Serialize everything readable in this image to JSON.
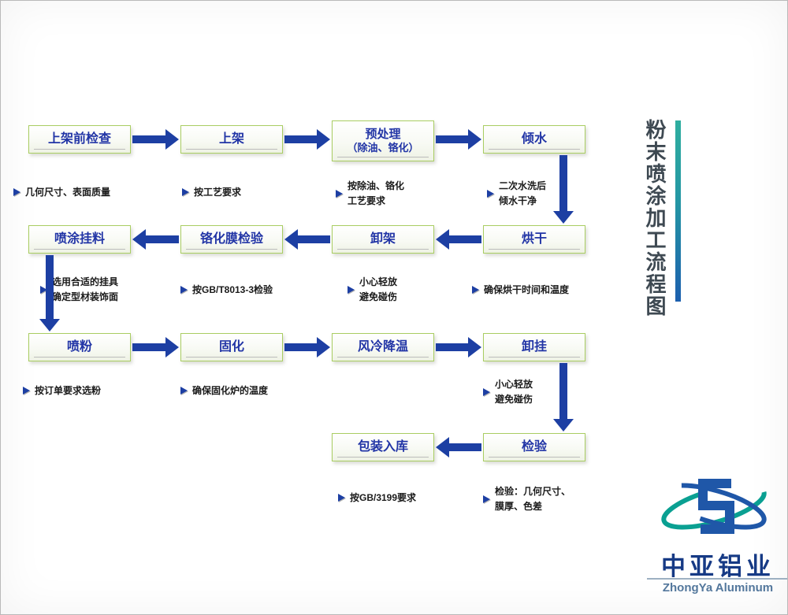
{
  "title": {
    "text": "粉末喷涂加工流程图"
  },
  "colors": {
    "arrow_blue": "#1d3fa3",
    "box_border_green": "#a9cd62",
    "box_text_blue": "#2235a6",
    "accent_teal": "#2fae9f",
    "accent_blue": "#1c5fae"
  },
  "icons": {
    "note_marker": "small-right-arrow",
    "flow_connector": "block-arrow"
  },
  "boxes": {
    "b0": {
      "label": "上架前检查"
    },
    "b1": {
      "label": "上架"
    },
    "b2": {
      "label": "预处理",
      "sublabel": "（除油、铬化）"
    },
    "b3": {
      "label": "倾水"
    },
    "b4": {
      "label": "喷涂挂料"
    },
    "b5": {
      "label": "铬化膜检验"
    },
    "b6": {
      "label": "卸架"
    },
    "b7": {
      "label": "烘干"
    },
    "b8": {
      "label": "喷粉"
    },
    "b9": {
      "label": "固化"
    },
    "b10": {
      "label": "风冷降温"
    },
    "b11": {
      "label": "卸挂"
    },
    "b12": {
      "label": "包装入库"
    },
    "b13": {
      "label": "检验"
    }
  },
  "notes": {
    "n0": {
      "line1": "几何尺寸、表面质量"
    },
    "n1": {
      "line1": "按工艺要求"
    },
    "n2": {
      "line1": "按除油、铬化",
      "line2": "工艺要求"
    },
    "n3": {
      "line1": "二次水洗后",
      "line2": "倾水干净"
    },
    "n4": {
      "line1": "选用合适的挂具",
      "line2": "确定型材装饰面"
    },
    "n5": {
      "line1": "按GB/T8013-3检验"
    },
    "n6": {
      "line1": "小心轻放",
      "line2": "避免碰伤"
    },
    "n7": {
      "line1": "确保烘干时间和温度"
    },
    "n8": {
      "line1": "按订单要求选粉"
    },
    "n9": {
      "line1": "确保固化炉的温度"
    },
    "n10": {
      "line1": "小心轻放",
      "line2": "避免碰伤"
    },
    "n11": {
      "line1": "按GB/3199要求"
    },
    "n12": {
      "line1": "检验：几何尺寸、",
      "line2": "膜厚、色差"
    }
  },
  "logo": {
    "cn": "中亚铝业",
    "en": "ZhongYa Aluminum"
  }
}
